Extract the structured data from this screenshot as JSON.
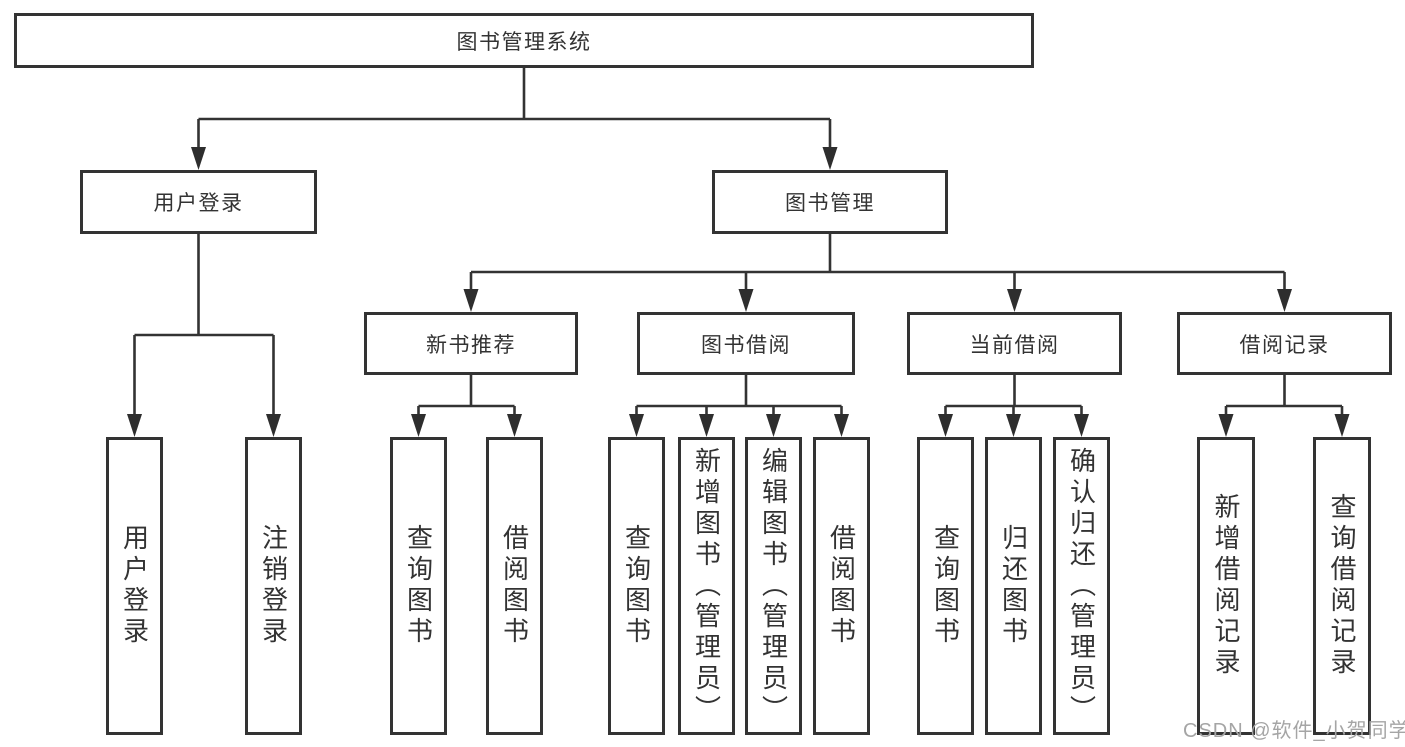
{
  "diagram": {
    "root": {
      "label": "图书管理系统"
    },
    "level2": [
      {
        "label": "用户登录"
      },
      {
        "label": "图书管理"
      }
    ],
    "level3": [
      {
        "label": "新书推荐"
      },
      {
        "label": "图书借阅"
      },
      {
        "label": "当前借阅"
      },
      {
        "label": "借阅记录"
      }
    ],
    "leaves": [
      {
        "label": "用户登录",
        "parent": "用户登录"
      },
      {
        "label": "注销登录",
        "parent": "用户登录"
      },
      {
        "label": "查询图书",
        "parent": "新书推荐"
      },
      {
        "label": "借阅图书",
        "parent": "新书推荐"
      },
      {
        "label": "查询图书",
        "parent": "图书借阅"
      },
      {
        "label": "新增图书（管理员）",
        "parent": "图书借阅"
      },
      {
        "label": "编辑图书（管理员）",
        "parent": "图书借阅"
      },
      {
        "label": "借阅图书",
        "parent": "图书借阅"
      },
      {
        "label": "查询图书",
        "parent": "当前借阅"
      },
      {
        "label": "归还图书",
        "parent": "当前借阅"
      },
      {
        "label": "确认归还（管理员）",
        "parent": "当前借阅"
      },
      {
        "label": "新增借阅记录",
        "parent": "借阅记录"
      },
      {
        "label": "查询借阅记录",
        "parent": "借阅记录"
      }
    ]
  },
  "watermark": {
    "text": "CSDN @软件_小贺同学"
  },
  "colors": {
    "line": "#333333",
    "border": "#333333",
    "text": "#333333",
    "watermark": "#a5a5a5",
    "background": "#ffffff"
  }
}
